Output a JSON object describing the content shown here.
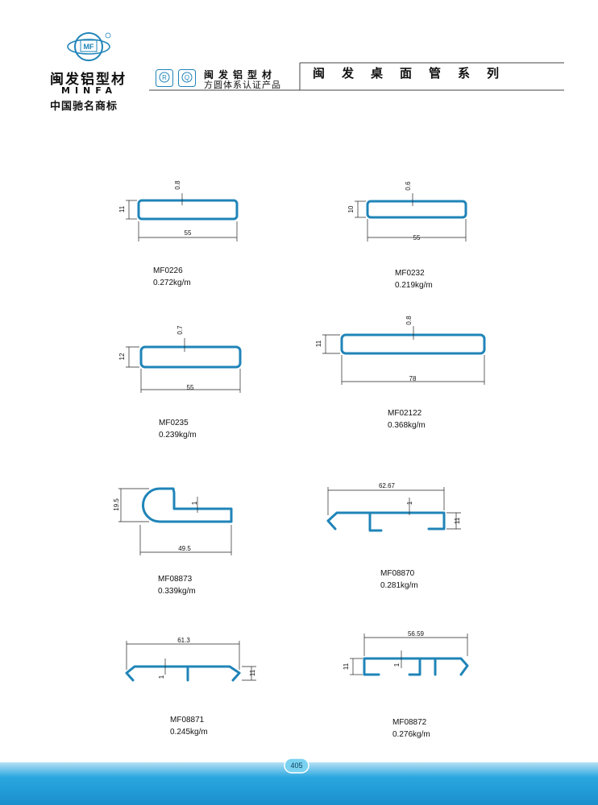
{
  "header": {
    "brand_cn": "闽发铝型材",
    "brand_en": "MINFA",
    "brand_slogan": "中国驰名商标",
    "logo_text": "MF",
    "cert_badge_r": "R",
    "cert_badge_q": "Q",
    "cert_line1": "闽发铝型材",
    "cert_line2": "方圆体系认证产品",
    "series_title": "闽发桌面管系列",
    "line_color": "#444444"
  },
  "profiles": [
    {
      "id": "MF0226",
      "weight": "0.272kg/m",
      "dims": {
        "width": "55",
        "height": "11",
        "wall": "0.8"
      }
    },
    {
      "id": "MF0232",
      "weight": "0.219kg/m",
      "dims": {
        "width": "55",
        "height": "10",
        "wall": "0.6"
      }
    },
    {
      "id": "MF0235",
      "weight": "0.239kg/m",
      "dims": {
        "width": "55",
        "height": "12",
        "wall": "0.7"
      }
    },
    {
      "id": "MF02122",
      "weight": "0.368kg/m",
      "dims": {
        "width": "78",
        "height": "11",
        "wall": "0.8"
      }
    },
    {
      "id": "MF08873",
      "weight": "0.339kg/m",
      "dims": {
        "width": "49.5",
        "height": "19.5",
        "wall": "1"
      }
    },
    {
      "id": "MF08870",
      "weight": "0.281kg/m",
      "dims": {
        "width": "62.67",
        "height": "11",
        "wall": "1"
      }
    },
    {
      "id": "MF08871",
      "weight": "0.245kg/m",
      "dims": {
        "width": "61.3",
        "height": "11",
        "wall": "1"
      }
    },
    {
      "id": "MF08872",
      "weight": "0.276kg/m",
      "dims": {
        "width": "56.59",
        "height": "11",
        "wall": "1"
      }
    }
  ],
  "colors": {
    "profile_stroke": "#1f84b8",
    "dimension": "#222222",
    "footer": "#2aa7e0"
  },
  "footer": {
    "page_number": "405"
  }
}
